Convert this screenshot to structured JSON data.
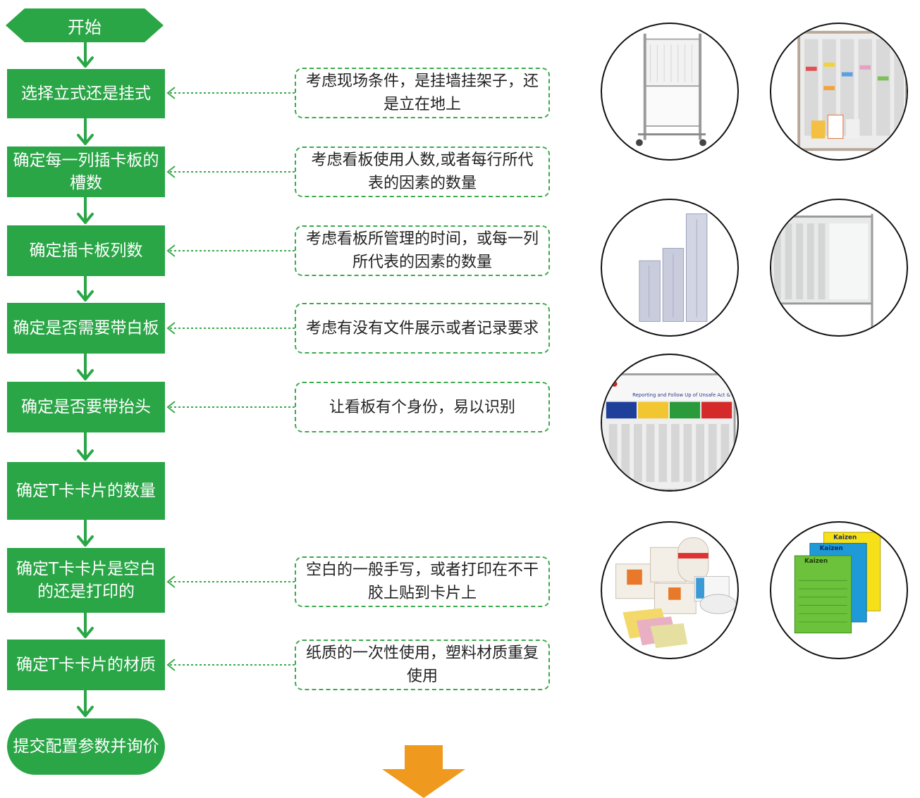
{
  "flow": {
    "start": "开始",
    "steps": [
      "选择立式还是挂式",
      "确定每一列插卡板的槽数",
      "确定插卡板列数",
      "确定是否需要带白板",
      "确定是否要带抬头",
      "确定T卡卡片的数量",
      "确定T卡卡片是空白的还是打印的",
      "确定T卡卡片的材质"
    ],
    "end": "提交配置参数并询价"
  },
  "notes": [
    "考虑现场条件，是挂墙挂架子，还是立在地上",
    "考虑看板使用人数,或者每行所代表的因素的数量",
    "考虑看板所管理的时间，或每一列所代表的因素的数量",
    "考虑有没有文件展示或者记录要求",
    "让看板有个身份，易以识别",
    "空白的一般手写，或者打印在不干胶上贴到卡片上",
    "纸质的一次性使用，塑料材质重复使用"
  ],
  "photos": [
    {
      "name": "standing-board-photo"
    },
    {
      "name": "wall-board-photo"
    },
    {
      "name": "card-slot-panels-photo"
    },
    {
      "name": "whiteboard-panel-photo"
    },
    {
      "name": "header-board-photo",
      "texts": [
        "Reporting and Follow Up of Unsafe Act & Unsafe Condition"
      ]
    },
    {
      "name": "card-boxes-photo"
    },
    {
      "name": "kaizen-cards-photo",
      "texts": [
        "Kaizen",
        "Kaizen",
        "Kaizen"
      ]
    }
  ],
  "colors": {
    "green": "#2aa647",
    "note_border": "#3aaa4a",
    "orange_arrow": "#ef9a1e"
  }
}
